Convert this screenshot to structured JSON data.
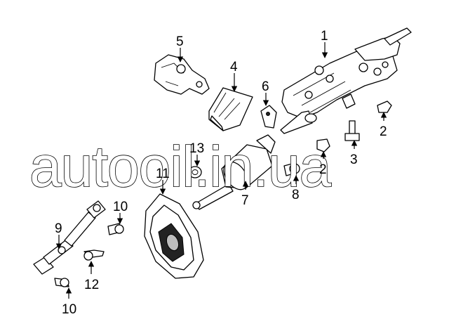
{
  "watermark": {
    "text": "autooil.in.ua"
  },
  "callouts": [
    {
      "id": "1",
      "label": "1"
    },
    {
      "id": "2a",
      "label": "2"
    },
    {
      "id": "2b",
      "label": "2"
    },
    {
      "id": "3",
      "label": "3"
    },
    {
      "id": "4",
      "label": "4"
    },
    {
      "id": "5",
      "label": "5"
    },
    {
      "id": "6",
      "label": "6"
    },
    {
      "id": "7",
      "label": "7"
    },
    {
      "id": "8",
      "label": "8"
    },
    {
      "id": "9",
      "label": "9"
    },
    {
      "id": "10a",
      "label": "10"
    },
    {
      "id": "10b",
      "label": "10"
    },
    {
      "id": "11",
      "label": "11"
    },
    {
      "id": "12",
      "label": "12"
    },
    {
      "id": "13",
      "label": "13"
    }
  ]
}
